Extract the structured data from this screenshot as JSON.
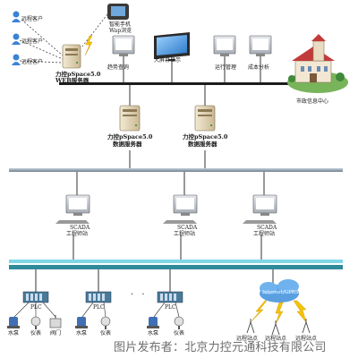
{
  "clients": [
    "远程客户",
    "远程客户",
    "远程客户"
  ],
  "web_server": {
    "line1": "力控pSpace5.0",
    "line2": "WEB服务器"
  },
  "smartphone": {
    "line1": "智能手机",
    "line2": "Wap浏览"
  },
  "big_screen": "大屏幕显示",
  "trend_query": "趋势查询",
  "operation_mgmt": "运行管理",
  "cost_analysis": "成本分析",
  "info_center": "市政信息中心",
  "data_server_1": {
    "line1": "力控pSpace5.0",
    "line2": "数据服务器"
  },
  "data_server_2": {
    "line1": "力控pSpace5.0",
    "line2": "数据服务器"
  },
  "scada_stations": [
    {
      "line1": "SCADA",
      "line2": "工程师站"
    },
    {
      "line1": "SCADA",
      "line2": "工程师站"
    },
    {
      "line1": "SCADA",
      "line2": "工程师站"
    }
  ],
  "plc_label": "PLC",
  "field_devices": [
    "水泵",
    "仪表",
    "阀门",
    "水泵",
    "仪表",
    "水泵",
    "仪表"
  ],
  "dots": "· ·",
  "internet_label": "Internet/GPRS",
  "remote_stations": [
    "远程站点",
    "远程站点",
    "远程站点"
  ],
  "watermark": "图片发布者：北京力控元通科技有限公司",
  "colors": {
    "backbone": "#1c1c1c",
    "lan_bar": "#8a9aa8",
    "field_bus_cyan": "#7fd6e6",
    "field_bus_teal": "#2f8a9a",
    "server_beige": "#e8dcc0",
    "monitor_gray": "#c8ccd2"
  }
}
